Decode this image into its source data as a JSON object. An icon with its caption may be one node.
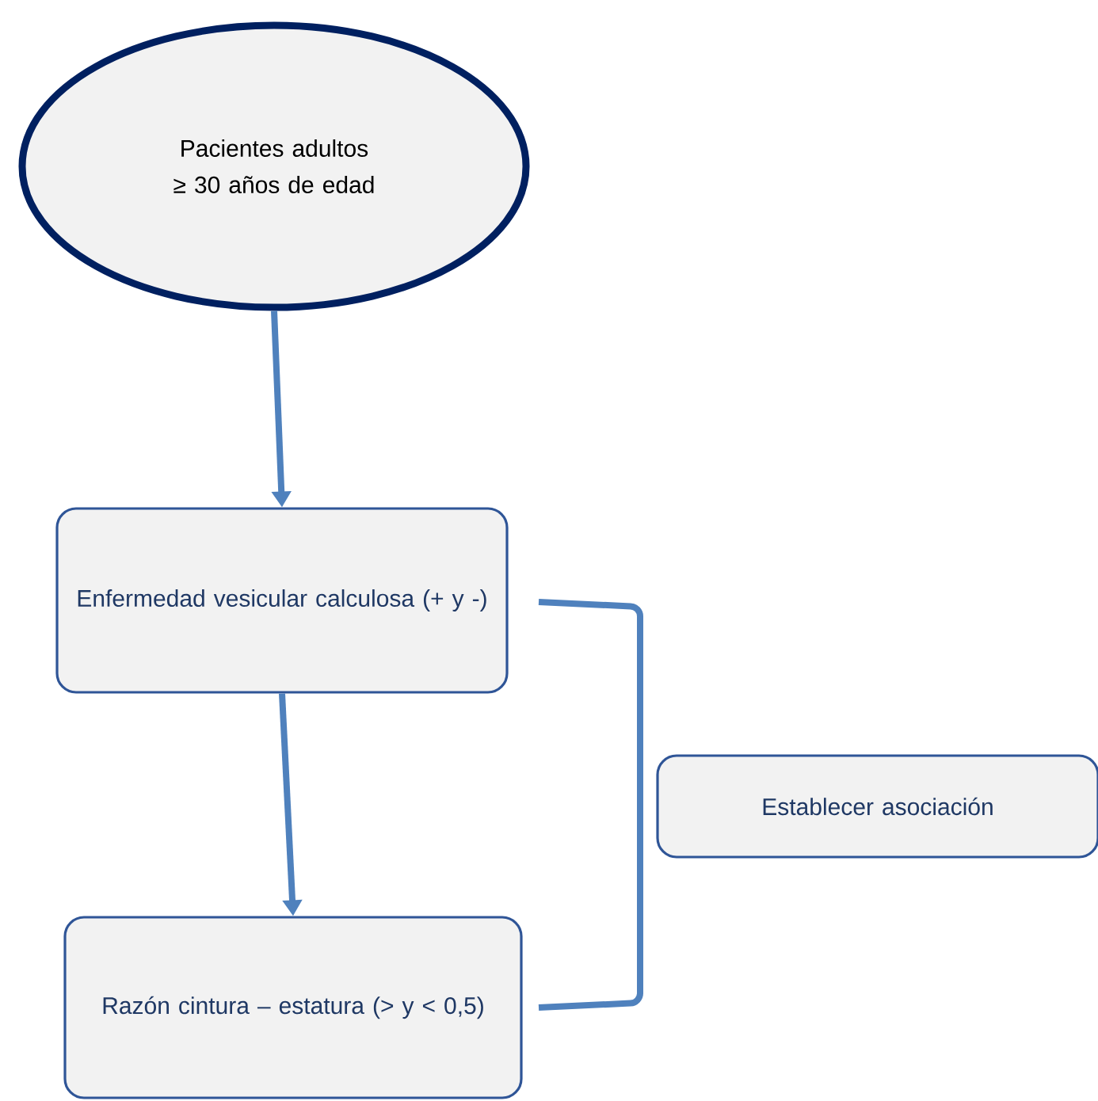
{
  "diagram": {
    "nodes": [
      {
        "text": [
          "Pacientes adultos ≥ 30 años de edad"
        ]
      },
      {
        "text": [
          "Enfermedad vesicular calculosa (+ y -)"
        ]
      },
      {
        "text": [
          "Razón cintura – estatura (> y < 0,5)"
        ]
      },
      {
        "text": [
          "Establecer asociación"
        ]
      }
    ],
    "edges": [
      {
        "from": 0,
        "to": 1,
        "arrow": "to"
      },
      {
        "from": 1,
        "to": 2,
        "arrow": "to"
      }
    ]
  }
}
